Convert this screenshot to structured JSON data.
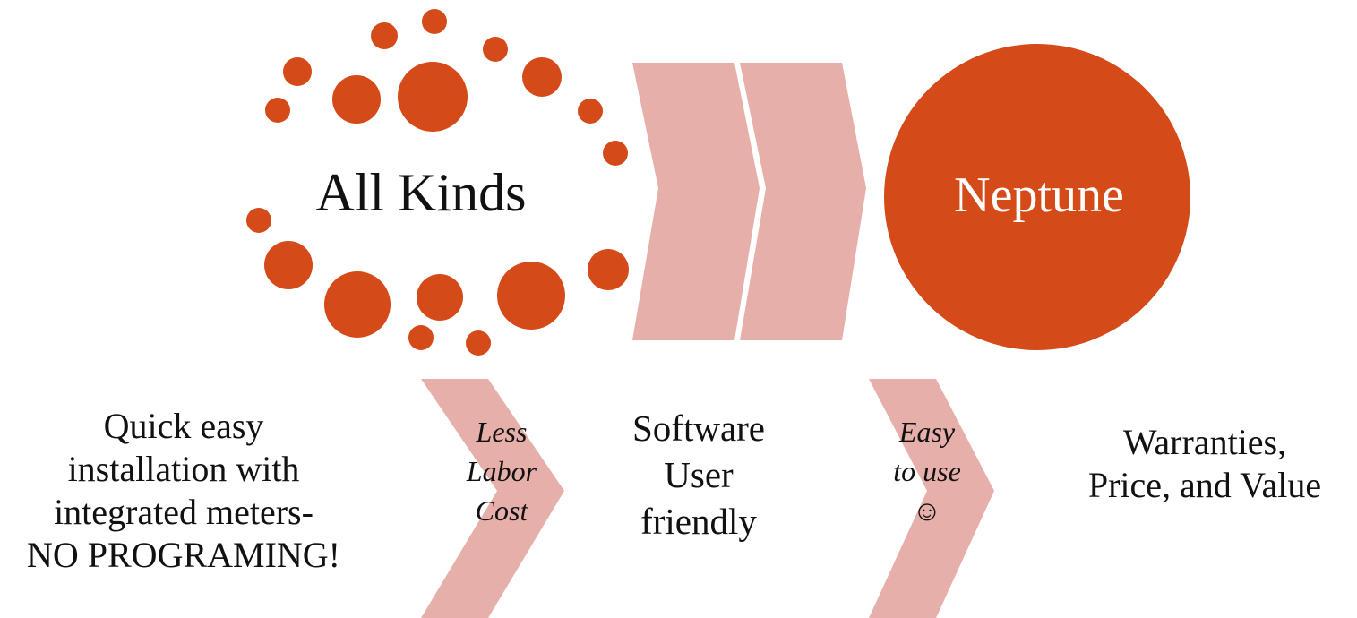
{
  "colors": {
    "accent": "#D44B19",
    "chevron": "#E6AFAA",
    "text": "#111111",
    "circle_text": "#FFFFFF"
  },
  "diagram": {
    "source": {
      "label": "All Kinds"
    },
    "target": {
      "label": "Neptune"
    }
  },
  "blocks": [
    {
      "lines": [
        "Quick easy",
        "installation with",
        "integrated meters-",
        "NO PROGRAMING!"
      ]
    },
    {
      "lines": [
        "Software",
        "User",
        "friendly"
      ]
    },
    {
      "lines": [
        "Warranties,",
        "Price, and Value"
      ]
    }
  ],
  "chevron_notes": [
    {
      "lines": [
        "Less",
        "Labor",
        "Cost"
      ]
    },
    {
      "lines": [
        "Easy",
        "to use",
        "☺"
      ]
    }
  ]
}
